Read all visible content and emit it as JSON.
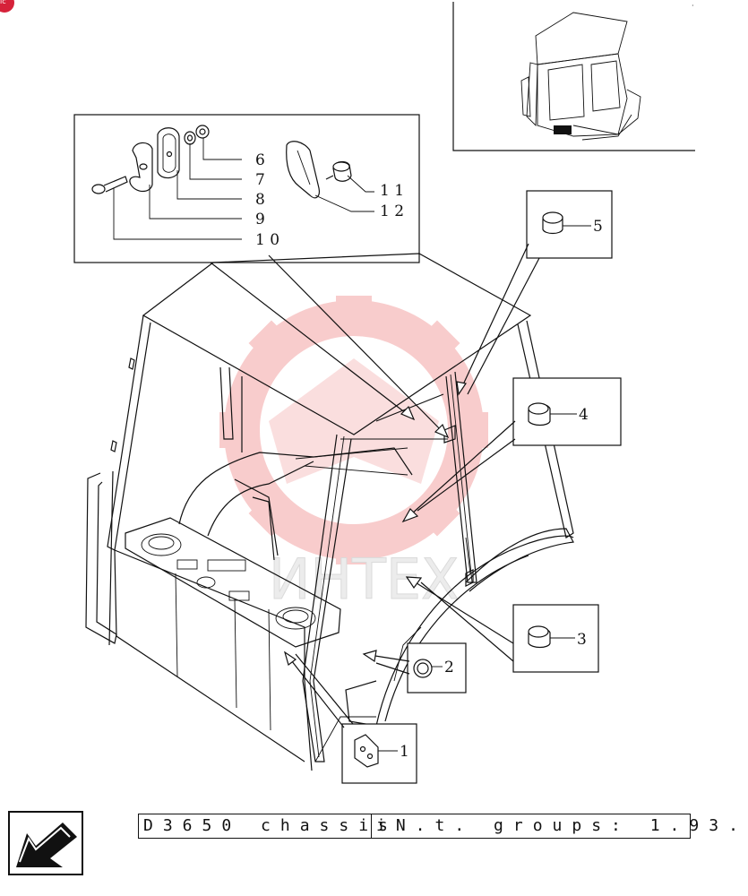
{
  "badge": {
    "text": "ic",
    "color": "#d6223a"
  },
  "corner_mark": "·",
  "watermark": {
    "text": "ИНТЕХ",
    "color": "#f0a6a6"
  },
  "callouts": {
    "c1": "1",
    "c2": "2",
    "c3": "3",
    "c4": "4",
    "c5": "5",
    "c6": "6",
    "c7": "7",
    "c8": "8",
    "c9": "9",
    "c10": "1 0",
    "c11": "1 1",
    "c12": "1 2"
  },
  "footer": {
    "left_text": "D3650 chassis",
    "right_text": "iN.t. groups: 1.93.",
    "nav_icon": "arrow-left-down-icon"
  }
}
